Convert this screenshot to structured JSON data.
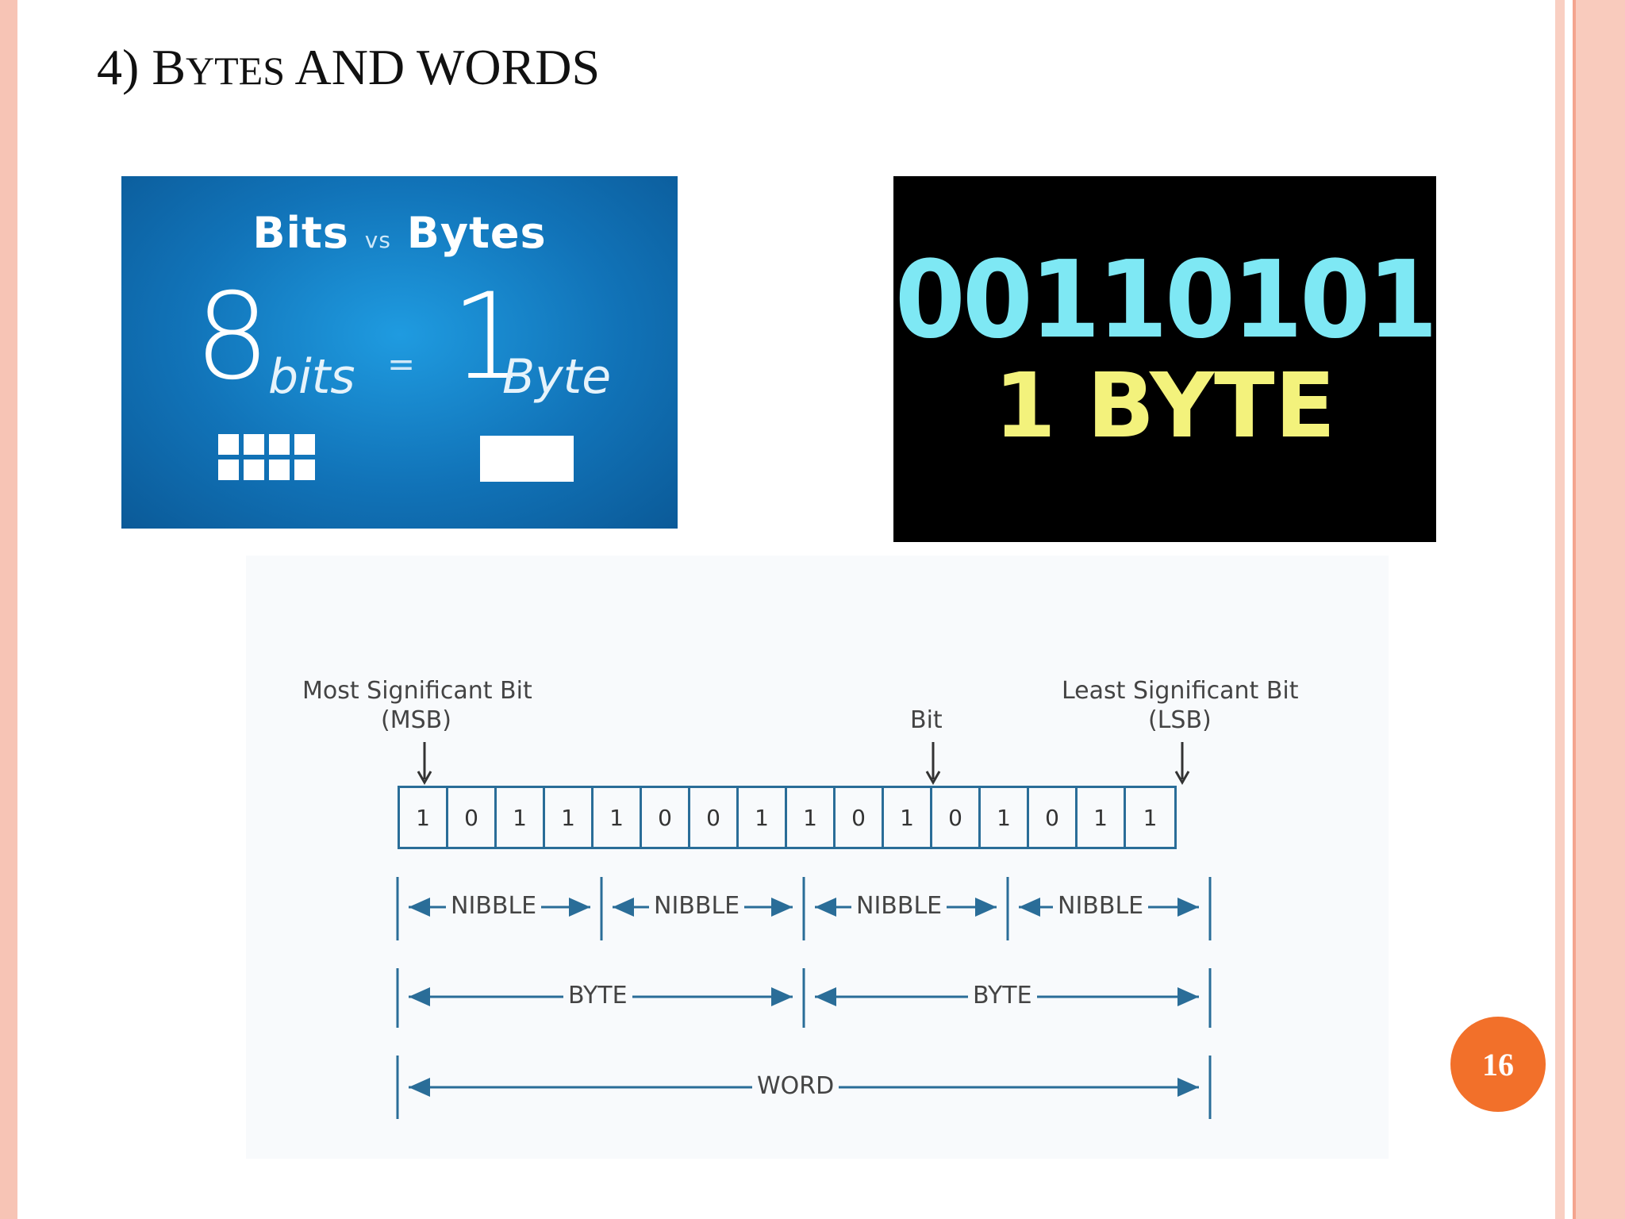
{
  "slide": {
    "title_num": "4) ",
    "title_b": "B",
    "title_ytes": "YTES",
    "title_rest": " AND WORDS",
    "page_number": "16"
  },
  "bits_image": {
    "bits": "Bits",
    "vs": "vs",
    "bytes": "Bytes",
    "eight": "8",
    "bits_word": "bits",
    "equals": "=",
    "one": "1",
    "byte_word": "Byte"
  },
  "binary_image": {
    "digits": "00110101",
    "label": "1 BYTE"
  },
  "diagram": {
    "msb_label": "Most Significant Bit",
    "msb_abbr": "(MSB)",
    "bit_label": "Bit",
    "lsb_label": "Least Significant Bit",
    "lsb_abbr": "(LSB)",
    "bits": [
      "1",
      "0",
      "1",
      "1",
      "1",
      "0",
      "0",
      "1",
      "1",
      "0",
      "1",
      "0",
      "1",
      "0",
      "1",
      "1"
    ],
    "nibble_labels": [
      "NIBBLE",
      "NIBBLE",
      "NIBBLE",
      "NIBBLE"
    ],
    "byte_labels": [
      "BYTE",
      "BYTE"
    ],
    "word_label": "WORD"
  },
  "colors": {
    "border_pink": "#f7c4b5",
    "badge_orange": "#f2702a",
    "diagram_blue": "#2a6d98",
    "binary_cyan": "#7ee8f4",
    "binary_yellow": "#f3f27c"
  }
}
